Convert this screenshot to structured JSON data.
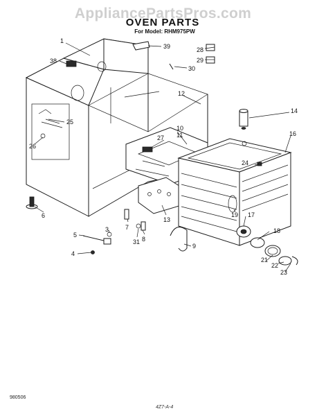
{
  "watermark": "AppliancePartsPros.com",
  "title": "OVEN PARTS",
  "subtitle": "For Model: RHM975PW",
  "document_number": "980506",
  "footer_mark": "4Z7-A-4",
  "callouts": {
    "c1": "1",
    "c3": "3",
    "c4": "4",
    "c5": "5",
    "c6": "6",
    "c7": "7",
    "c8": "8",
    "c9": "9",
    "c10": "10",
    "c11": "11",
    "c12": "12",
    "c13": "13",
    "c14": "14",
    "c16": "16",
    "c17": "17",
    "c18": "18",
    "c19": "19",
    "c21": "21",
    "c22": "22",
    "c23": "23",
    "c24": "24",
    "c25": "25",
    "c26": "26",
    "c27": "27",
    "c28": "28",
    "c29": "29",
    "c30": "30",
    "c31": "31",
    "c38": "38",
    "c39": "39"
  }
}
